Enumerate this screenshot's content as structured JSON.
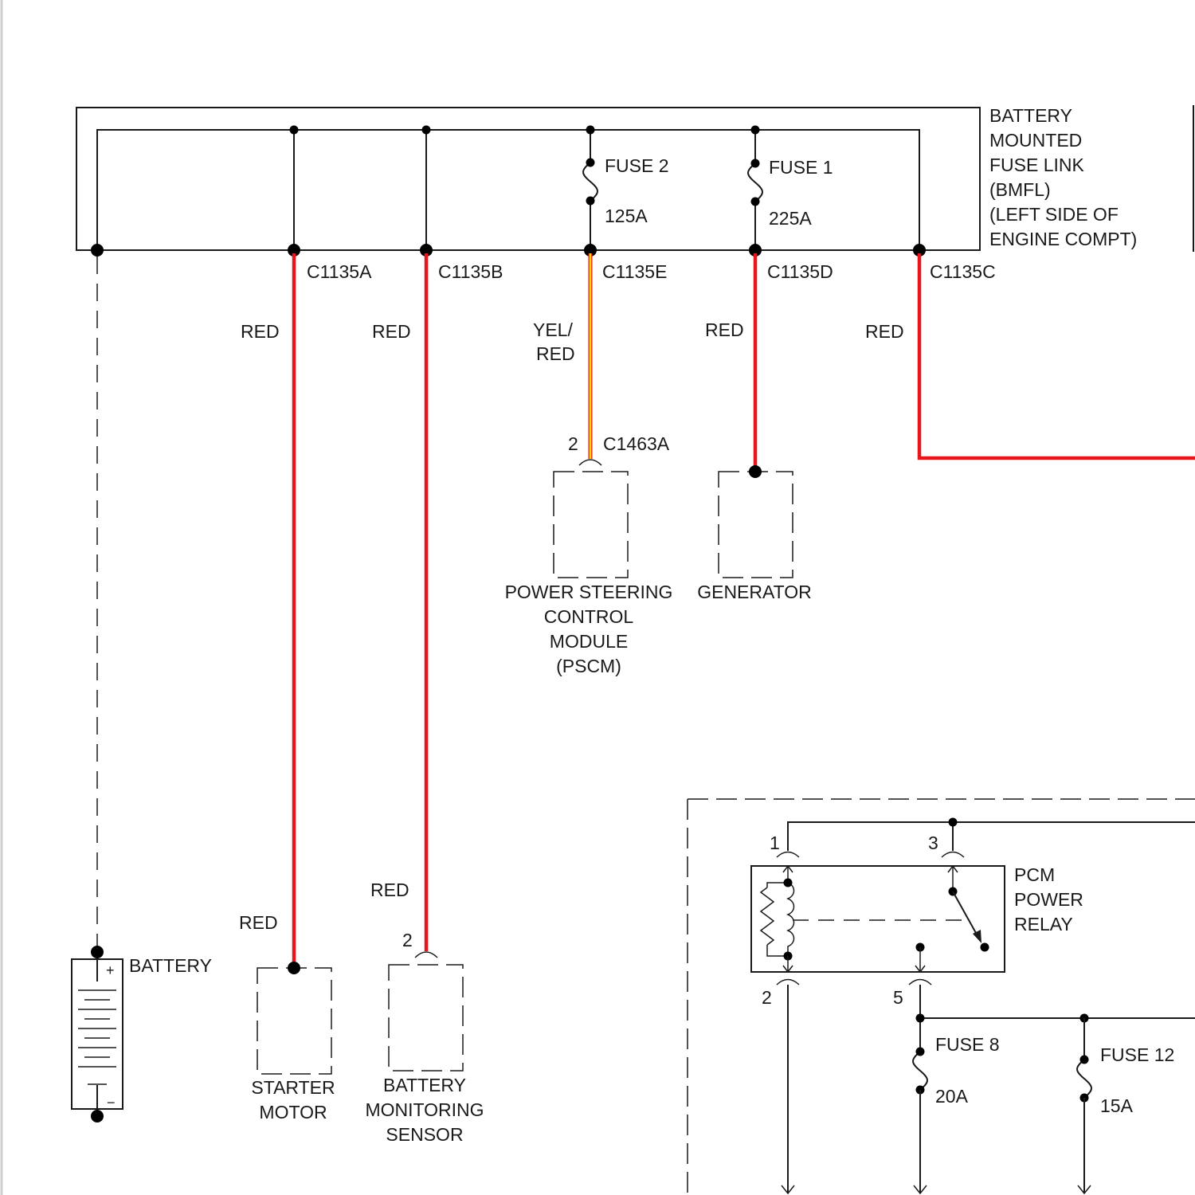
{
  "colors": {
    "wire_red": "#e8151b",
    "wire_yellow": "#f5d400",
    "ink": "#1a1a1a"
  },
  "bmfl": {
    "label_lines": [
      "BATTERY",
      "MOUNTED",
      "FUSE LINK",
      "(BMFL)",
      "(LEFT SIDE OF",
      "ENGINE COMPT)"
    ],
    "fuse2": {
      "name": "FUSE 2",
      "rating": "125A"
    },
    "fuse1": {
      "name": "FUSE 1",
      "rating": "225A"
    },
    "connectors": [
      "C1135A",
      "C1135B",
      "C1135E",
      "C1135D",
      "C1135C"
    ]
  },
  "wires": {
    "a": "RED",
    "b": "RED",
    "e_line1": "YEL/",
    "e_line2": "RED",
    "d": "RED",
    "c": "RED",
    "starter_lower": "RED",
    "sensor_lower": "RED"
  },
  "pscm": {
    "pin": "2",
    "connector": "C1463A",
    "label_lines": [
      "POWER STEERING",
      "CONTROL",
      "MODULE",
      "(PSCM)"
    ]
  },
  "generator": {
    "label": "GENERATOR"
  },
  "battery": {
    "label": "BATTERY",
    "plus": "+",
    "minus": "−"
  },
  "starter": {
    "label_lines": [
      "STARTER",
      "MOTOR"
    ]
  },
  "sensor": {
    "pin": "2",
    "label_lines": [
      "BATTERY",
      "MONITORING",
      "SENSOR"
    ]
  },
  "relay": {
    "label_lines": [
      "PCM",
      "POWER",
      "RELAY"
    ],
    "pins": {
      "p1": "1",
      "p3": "3",
      "p2": "2",
      "p5": "5"
    }
  },
  "fuse8": {
    "name": "FUSE 8",
    "rating": "20A"
  },
  "fuse12": {
    "name": "FUSE 12",
    "rating": "15A"
  }
}
